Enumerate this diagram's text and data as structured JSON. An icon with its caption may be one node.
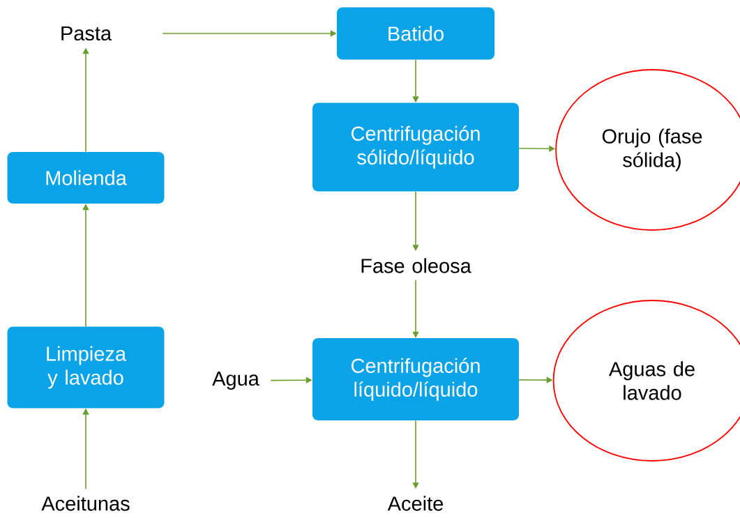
{
  "diagram": {
    "nodes": [
      {
        "text": [
          "Aceitunas"
        ]
      },
      {
        "text": [
          "Limpieza y lavado"
        ]
      },
      {
        "text": [
          "Molienda"
        ]
      },
      {
        "text": [
          "Pasta"
        ]
      },
      {
        "text": [
          "Batido"
        ]
      },
      {
        "text": [
          "Centrifugación sólido/líquido"
        ]
      },
      {
        "text": [
          "Orujo (fase sólida)"
        ]
      },
      {
        "text": [
          "Fase oleosa"
        ]
      },
      {
        "text": [
          "Agua"
        ]
      },
      {
        "text": [
          "Centrifugación líquido/líquido"
        ]
      },
      {
        "text": [
          "Aguas de lavado"
        ]
      },
      {
        "text": [
          "Aceite"
        ]
      }
    ],
    "edges": [
      {
        "from": 0,
        "to": 1,
        "arrow": "to"
      },
      {
        "from": 1,
        "to": 2,
        "arrow": "to"
      },
      {
        "from": 2,
        "to": 3,
        "arrow": "to"
      },
      {
        "from": 3,
        "to": 4,
        "arrow": "to"
      },
      {
        "from": 4,
        "to": 5,
        "arrow": "to"
      },
      {
        "from": 5,
        "to": 6,
        "arrow": "to"
      },
      {
        "from": 5,
        "to": 7,
        "arrow": "to"
      },
      {
        "from": 7,
        "to": 9,
        "arrow": "to"
      },
      {
        "from": 8,
        "to": 9,
        "arrow": "to"
      },
      {
        "from": 9,
        "to": 10,
        "arrow": "to"
      },
      {
        "from": 9,
        "to": 11,
        "arrow": "to"
      }
    ]
  }
}
